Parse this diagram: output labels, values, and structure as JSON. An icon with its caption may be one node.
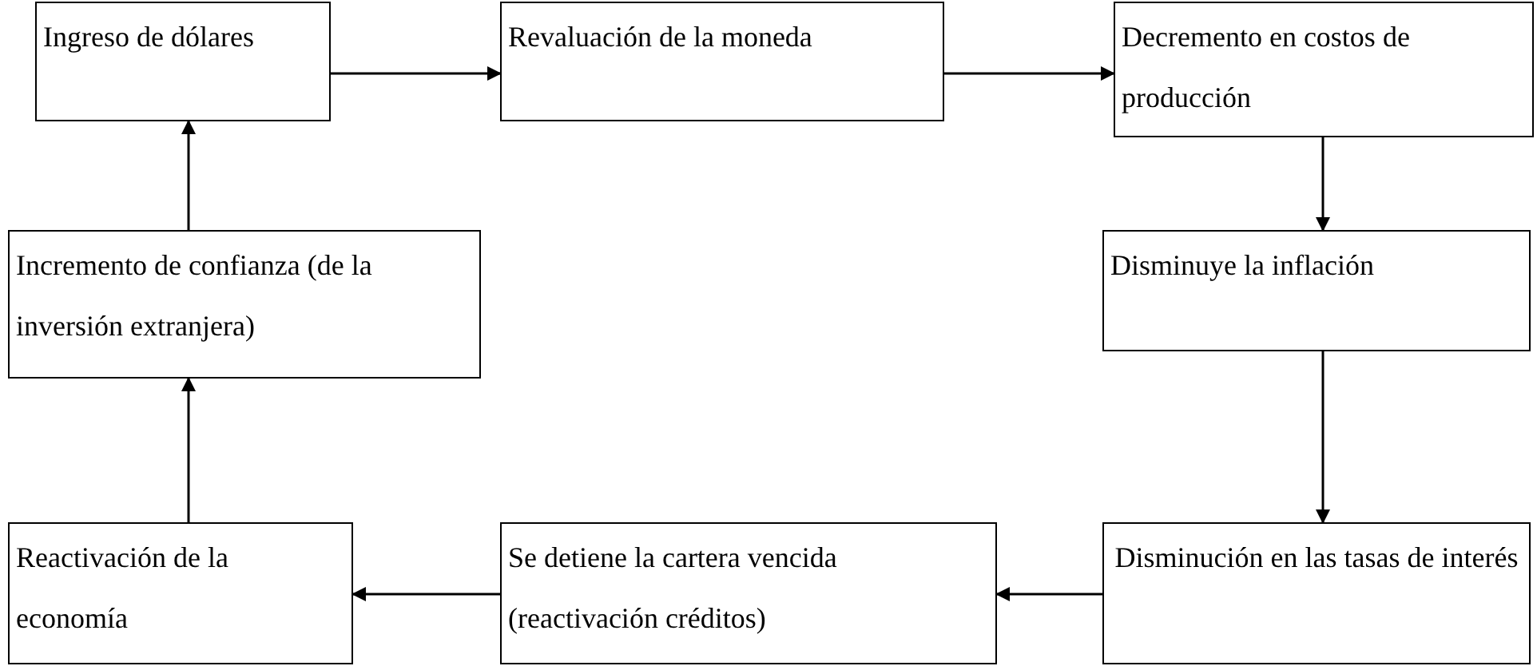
{
  "diagram": {
    "nodes": [
      {
        "text": [
          "Ingreso de dólares"
        ]
      },
      {
        "text": [
          "Revaluación de la moneda"
        ]
      },
      {
        "text": [
          "Decremento en costos de producción"
        ]
      },
      {
        "text": [
          "Disminuye la inflación"
        ]
      },
      {
        "text": [
          "Disminución en las tasas de interés"
        ]
      },
      {
        "text": [
          "Se detiene la cartera vencida (reactivación créditos)"
        ]
      },
      {
        "text": [
          "Reactivación de la economía"
        ]
      },
      {
        "text": [
          "Incremento de confianza (de la inversión extranjera)"
        ]
      }
    ],
    "edges": [
      {
        "from": 0,
        "to": 1,
        "arrow": "to"
      },
      {
        "from": 1,
        "to": 2,
        "arrow": "to"
      },
      {
        "from": 2,
        "to": 3,
        "arrow": "to"
      },
      {
        "from": 3,
        "to": 4,
        "arrow": "to"
      },
      {
        "from": 4,
        "to": 5,
        "arrow": "to"
      },
      {
        "from": 5,
        "to": 6,
        "arrow": "to"
      },
      {
        "from": 6,
        "to": 7,
        "arrow": "to"
      },
      {
        "from": 7,
        "to": 0,
        "arrow": "to"
      }
    ]
  }
}
